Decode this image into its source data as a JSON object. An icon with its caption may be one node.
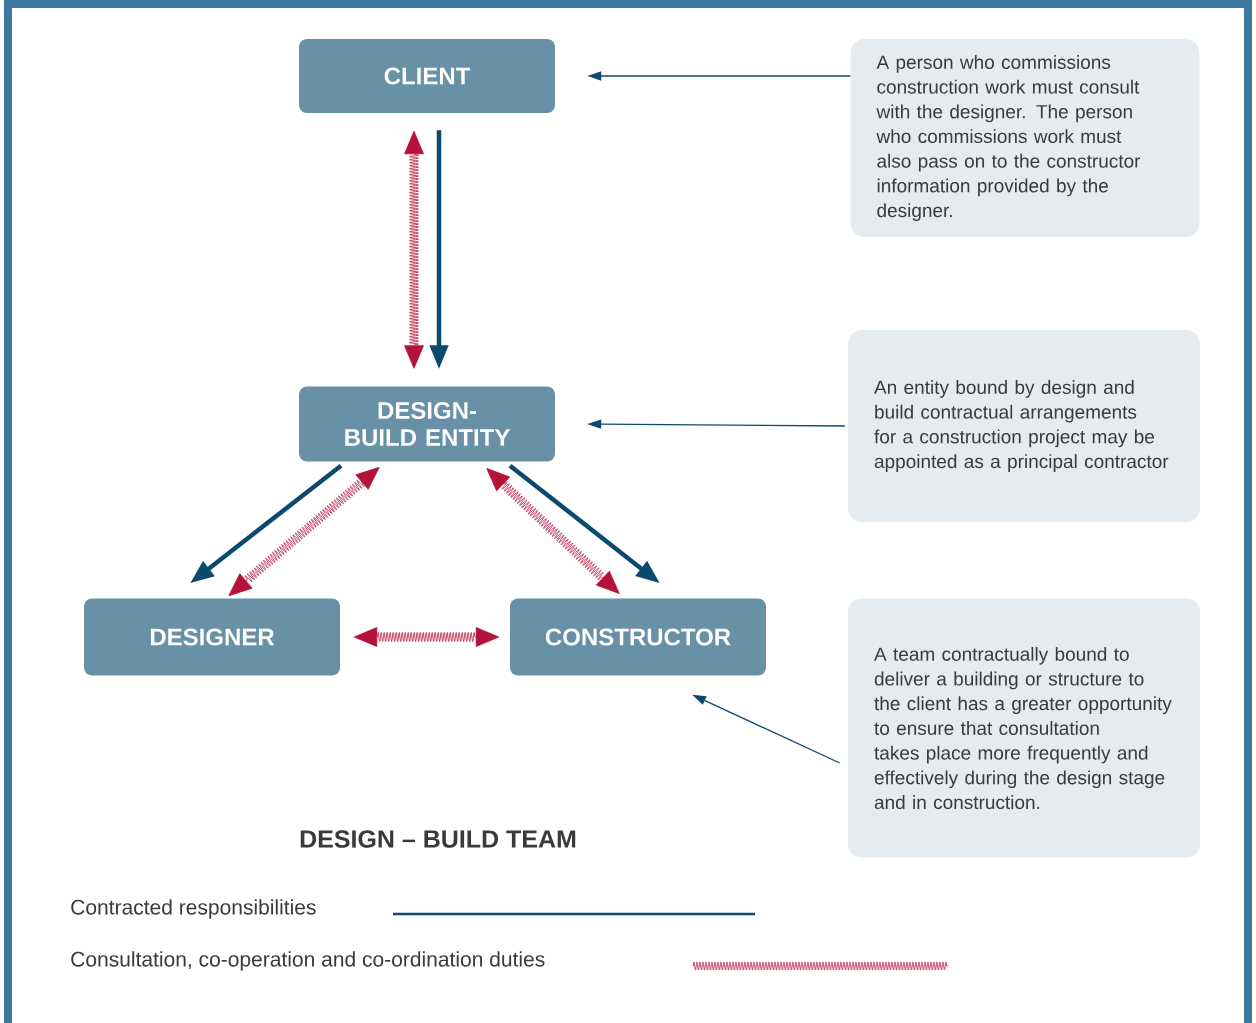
{
  "diagram": {
    "title": "DESIGN – BUILD TEAM",
    "nodes": [
      {
        "text": [
          "CLIENT"
        ]
      },
      {
        "text": [
          "DESIGN-BUILD ENTITY"
        ]
      },
      {
        "text": [
          "DESIGNER"
        ]
      },
      {
        "text": [
          "CONSTRUCTOR"
        ]
      },
      {
        "text": [
          "A person who commissions construction work must consult with the designer. The person who commissions work must also pass on to the constructor information provided by the designer."
        ]
      },
      {
        "text": [
          "An entity bound by design and build contractual arrangements for a construction project may be appointed as a principal contractor"
        ]
      },
      {
        "text": [
          "A team contractually bound to deliver a building or structure to the client has a greater opportunity to ensure that consultation takes place more frequently and effectively during the design stage and in construction."
        ]
      }
    ],
    "edges": [
      {
        "from": 4,
        "to": 0,
        "arrow": "to"
      },
      {
        "from": 0,
        "to": 1,
        "arrow": "both",
        "color": "#b5123a"
      },
      {
        "from": 0,
        "to": 1,
        "arrow": "to",
        "style": "thick"
      },
      {
        "from": 5,
        "to": 1,
        "arrow": "to"
      },
      {
        "from": 1,
        "to": 2,
        "arrow": "to",
        "style": "thick"
      },
      {
        "from": 1,
        "to": 2,
        "arrow": "both",
        "color": "#b5123a"
      },
      {
        "from": 1,
        "to": 3,
        "arrow": "both",
        "color": "#b5123a"
      },
      {
        "from": 1,
        "to": 3,
        "arrow": "to",
        "style": "thick"
      },
      {
        "from": 2,
        "to": 3,
        "arrow": "both",
        "color": "#b5123a"
      },
      {
        "from": 6,
        "to": 3,
        "arrow": "to"
      }
    ],
    "legend": [
      {
        "text": "Contracted responsibilities"
      },
      {
        "text": "Consultation, co-operation and co-ordination duties"
      }
    ]
  }
}
